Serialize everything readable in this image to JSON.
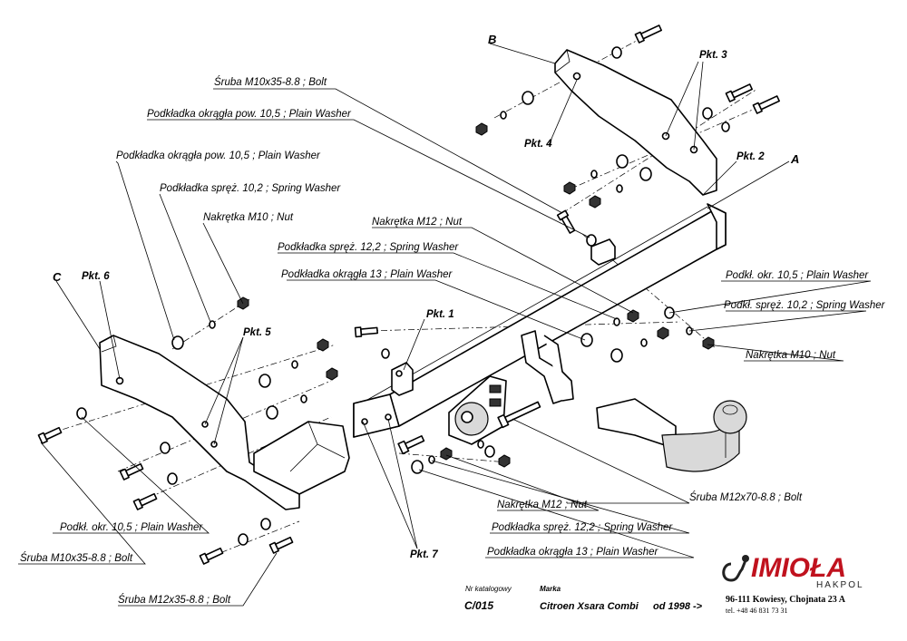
{
  "labels": {
    "bolt_m10_top": "Śruba M10x35-8.8  ;  Bolt",
    "washer_plain_105_top": "Podkładka okrągła pow. 10,5 ; Plain Washer",
    "washer_plain_105_left": "Podkładka okrągła pow. 10,5 ; Plain Washer",
    "washer_spring_102_left": "Podkładka spręż. 10,2 ; Spring Washer",
    "nut_m10_left": "Nakrętka  M10 ; Nut",
    "nut_m12_top": "Nakrętka  M12 ; Nut",
    "washer_spring_122_top": "Podkładka spręż. 12,2 ; Spring Washer",
    "washer_plain_13_top": "Podkładka okrągła 13 ; Plain Washer",
    "washer_plain_105_right": "Podkł. okr. 10,5 ; Plain Washer",
    "washer_spring_102_right": "Podkł. spręż. 10,2 ; Spring Washer",
    "nut_m10_right": "Nakrętka  M10 ; Nut",
    "bolt_m12x70": "Śruba M12x70-8.8   ;  Bolt",
    "nut_m12_bottom": "Nakrętka  M12 ; Nut",
    "washer_spring_122_bottom": "Podkładka spręż. 12,2 ; Spring Washer",
    "washer_plain_13_bottom": "Podkładka okrągła 13 ; Plain Washer",
    "washer_plain_105_lower": "Podkł. okr. 10,5 ; Plain Washer",
    "bolt_m10_lower": "Śruba M10x35-8.8   ;  Bolt",
    "bolt_m12x35": "Śruba M12x35-8.8   ;  Bolt"
  },
  "points": {
    "pkt1": "Pkt. 1",
    "pkt2": "Pkt. 2",
    "pkt3": "Pkt. 3",
    "pkt4": "Pkt. 4",
    "pkt5": "Pkt. 5",
    "pkt6": "Pkt. 6",
    "pkt7": "Pkt. 7"
  },
  "letters": {
    "a": "A",
    "b": "B",
    "c": "C"
  },
  "footer": {
    "catalog_caption": "Nr katalogowy",
    "catalog_number": "C/015",
    "brand_caption": "Marka",
    "model": "Citroen Xsara Combi",
    "year": "od 1998 ->"
  },
  "company": {
    "logo_name": "IMIOŁA",
    "logo_sub": "HAKPOL",
    "address": "96-111 Kowiesy, Chojnata 23 A",
    "phone": "tel. +48 46 831 73 31"
  },
  "colors": {
    "logo_red": "#c0121e",
    "line": "#000000"
  }
}
